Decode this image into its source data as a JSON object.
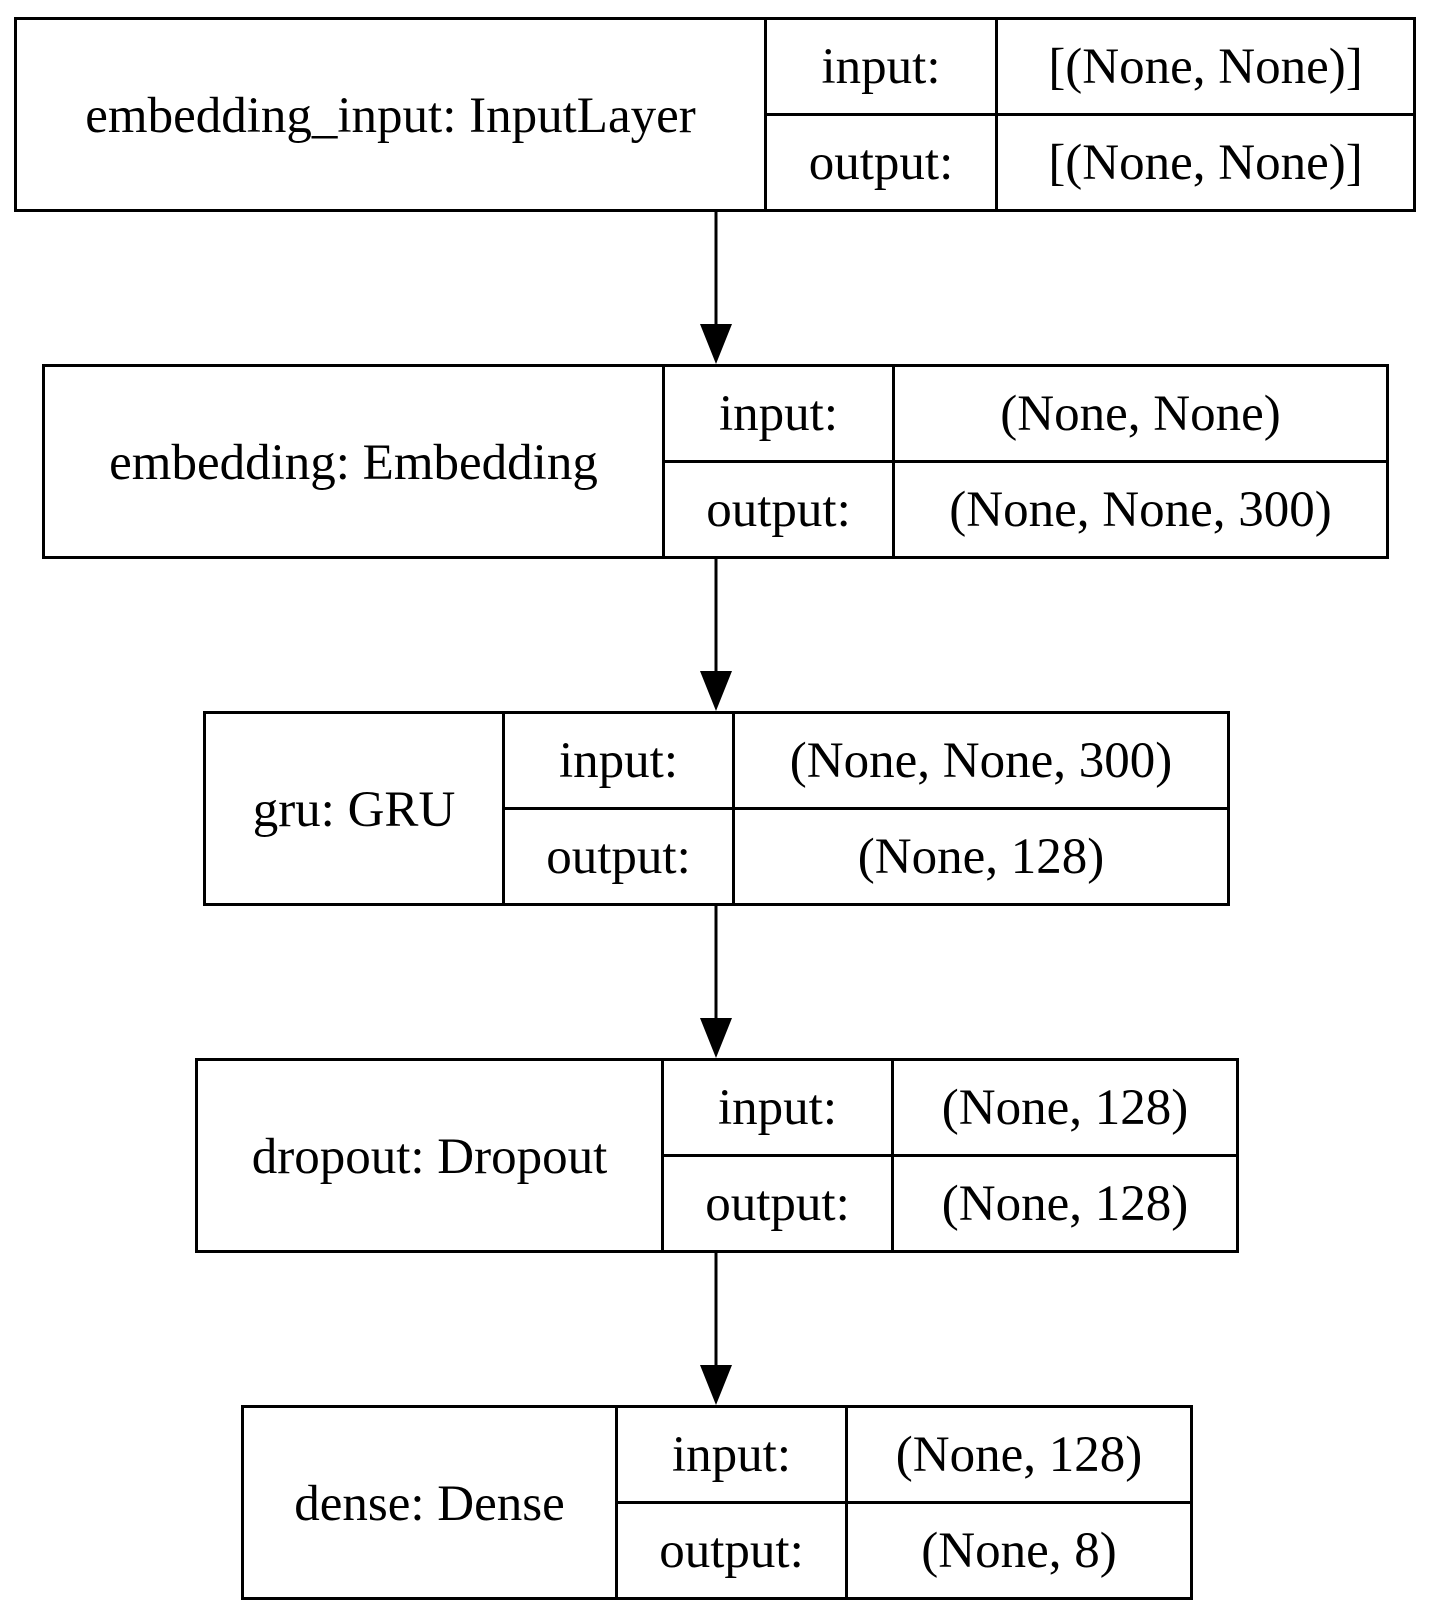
{
  "layers": [
    {
      "name": "embedding_input: InputLayer",
      "input_label": "input:",
      "input_shape": "[(None, None)]",
      "output_label": "output:",
      "output_shape": "[(None, None)]"
    },
    {
      "name": "embedding: Embedding",
      "input_label": "input:",
      "input_shape": "(None, None)",
      "output_label": "output:",
      "output_shape": "(None, None, 300)"
    },
    {
      "name": "gru: GRU",
      "input_label": "input:",
      "input_shape": "(None, None, 300)",
      "output_label": "output:",
      "output_shape": "(None, 128)"
    },
    {
      "name": "dropout: Dropout",
      "input_label": "input:",
      "input_shape": "(None, 128)",
      "output_label": "output:",
      "output_shape": "(None, 128)"
    },
    {
      "name": "dense: Dense",
      "input_label": "input:",
      "input_shape": "(None, 128)",
      "output_label": "output:",
      "output_shape": "(None, 8)"
    }
  ],
  "edges": [
    {
      "from": 0,
      "to": 1
    },
    {
      "from": 1,
      "to": 2
    },
    {
      "from": 2,
      "to": 3
    },
    {
      "from": 3,
      "to": 4
    }
  ]
}
